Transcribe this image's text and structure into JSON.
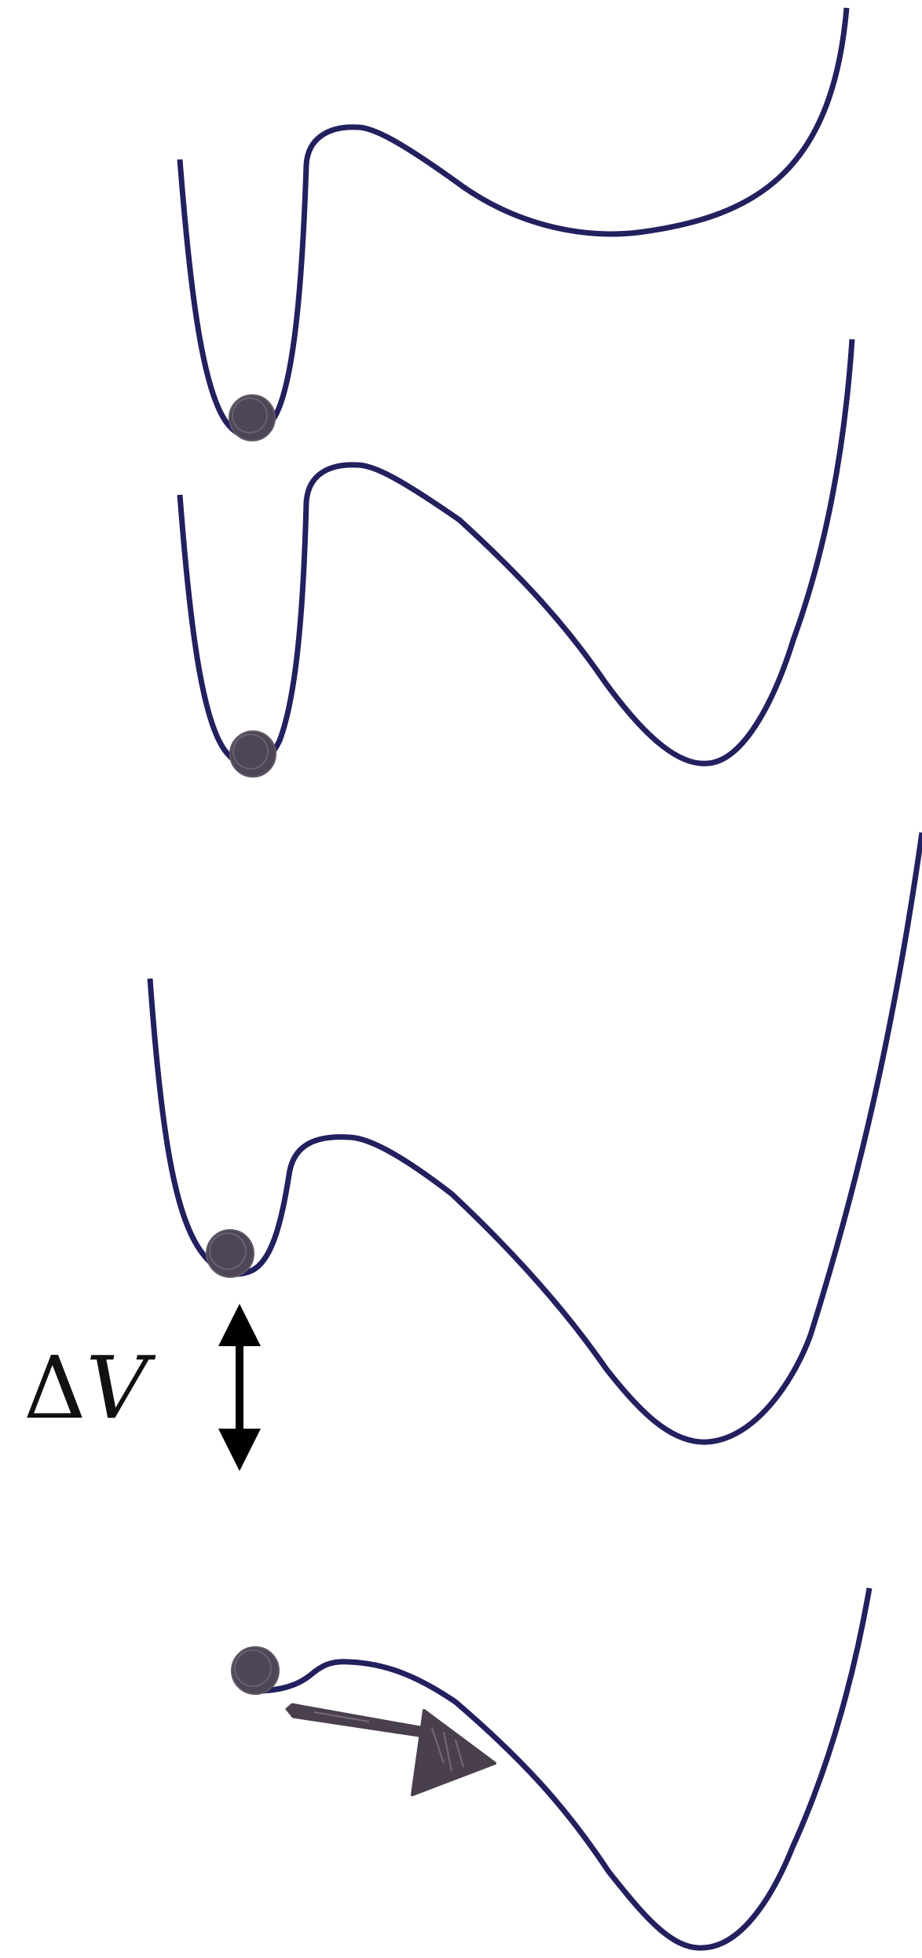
{
  "figure": {
    "panels": [
      {
        "id": "panel-1",
        "state": "metastable well with shallow second well"
      },
      {
        "id": "panel-2",
        "state": "metastable well with deeper second well"
      },
      {
        "id": "panel-3",
        "state": "metastable well, energy gap marked"
      },
      {
        "id": "panel-4",
        "state": "barrier removed, particle rolls down"
      }
    ],
    "delta_label": {
      "symbol": "Δ",
      "variable": "V"
    },
    "colors": {
      "curve": "#23205f",
      "ball": "#4e4556",
      "arrow": "#000000",
      "sketch_arrow": "#4a3f4d"
    },
    "icons": [
      "ball",
      "double-headed-arrow",
      "sketched-arrow"
    ]
  }
}
